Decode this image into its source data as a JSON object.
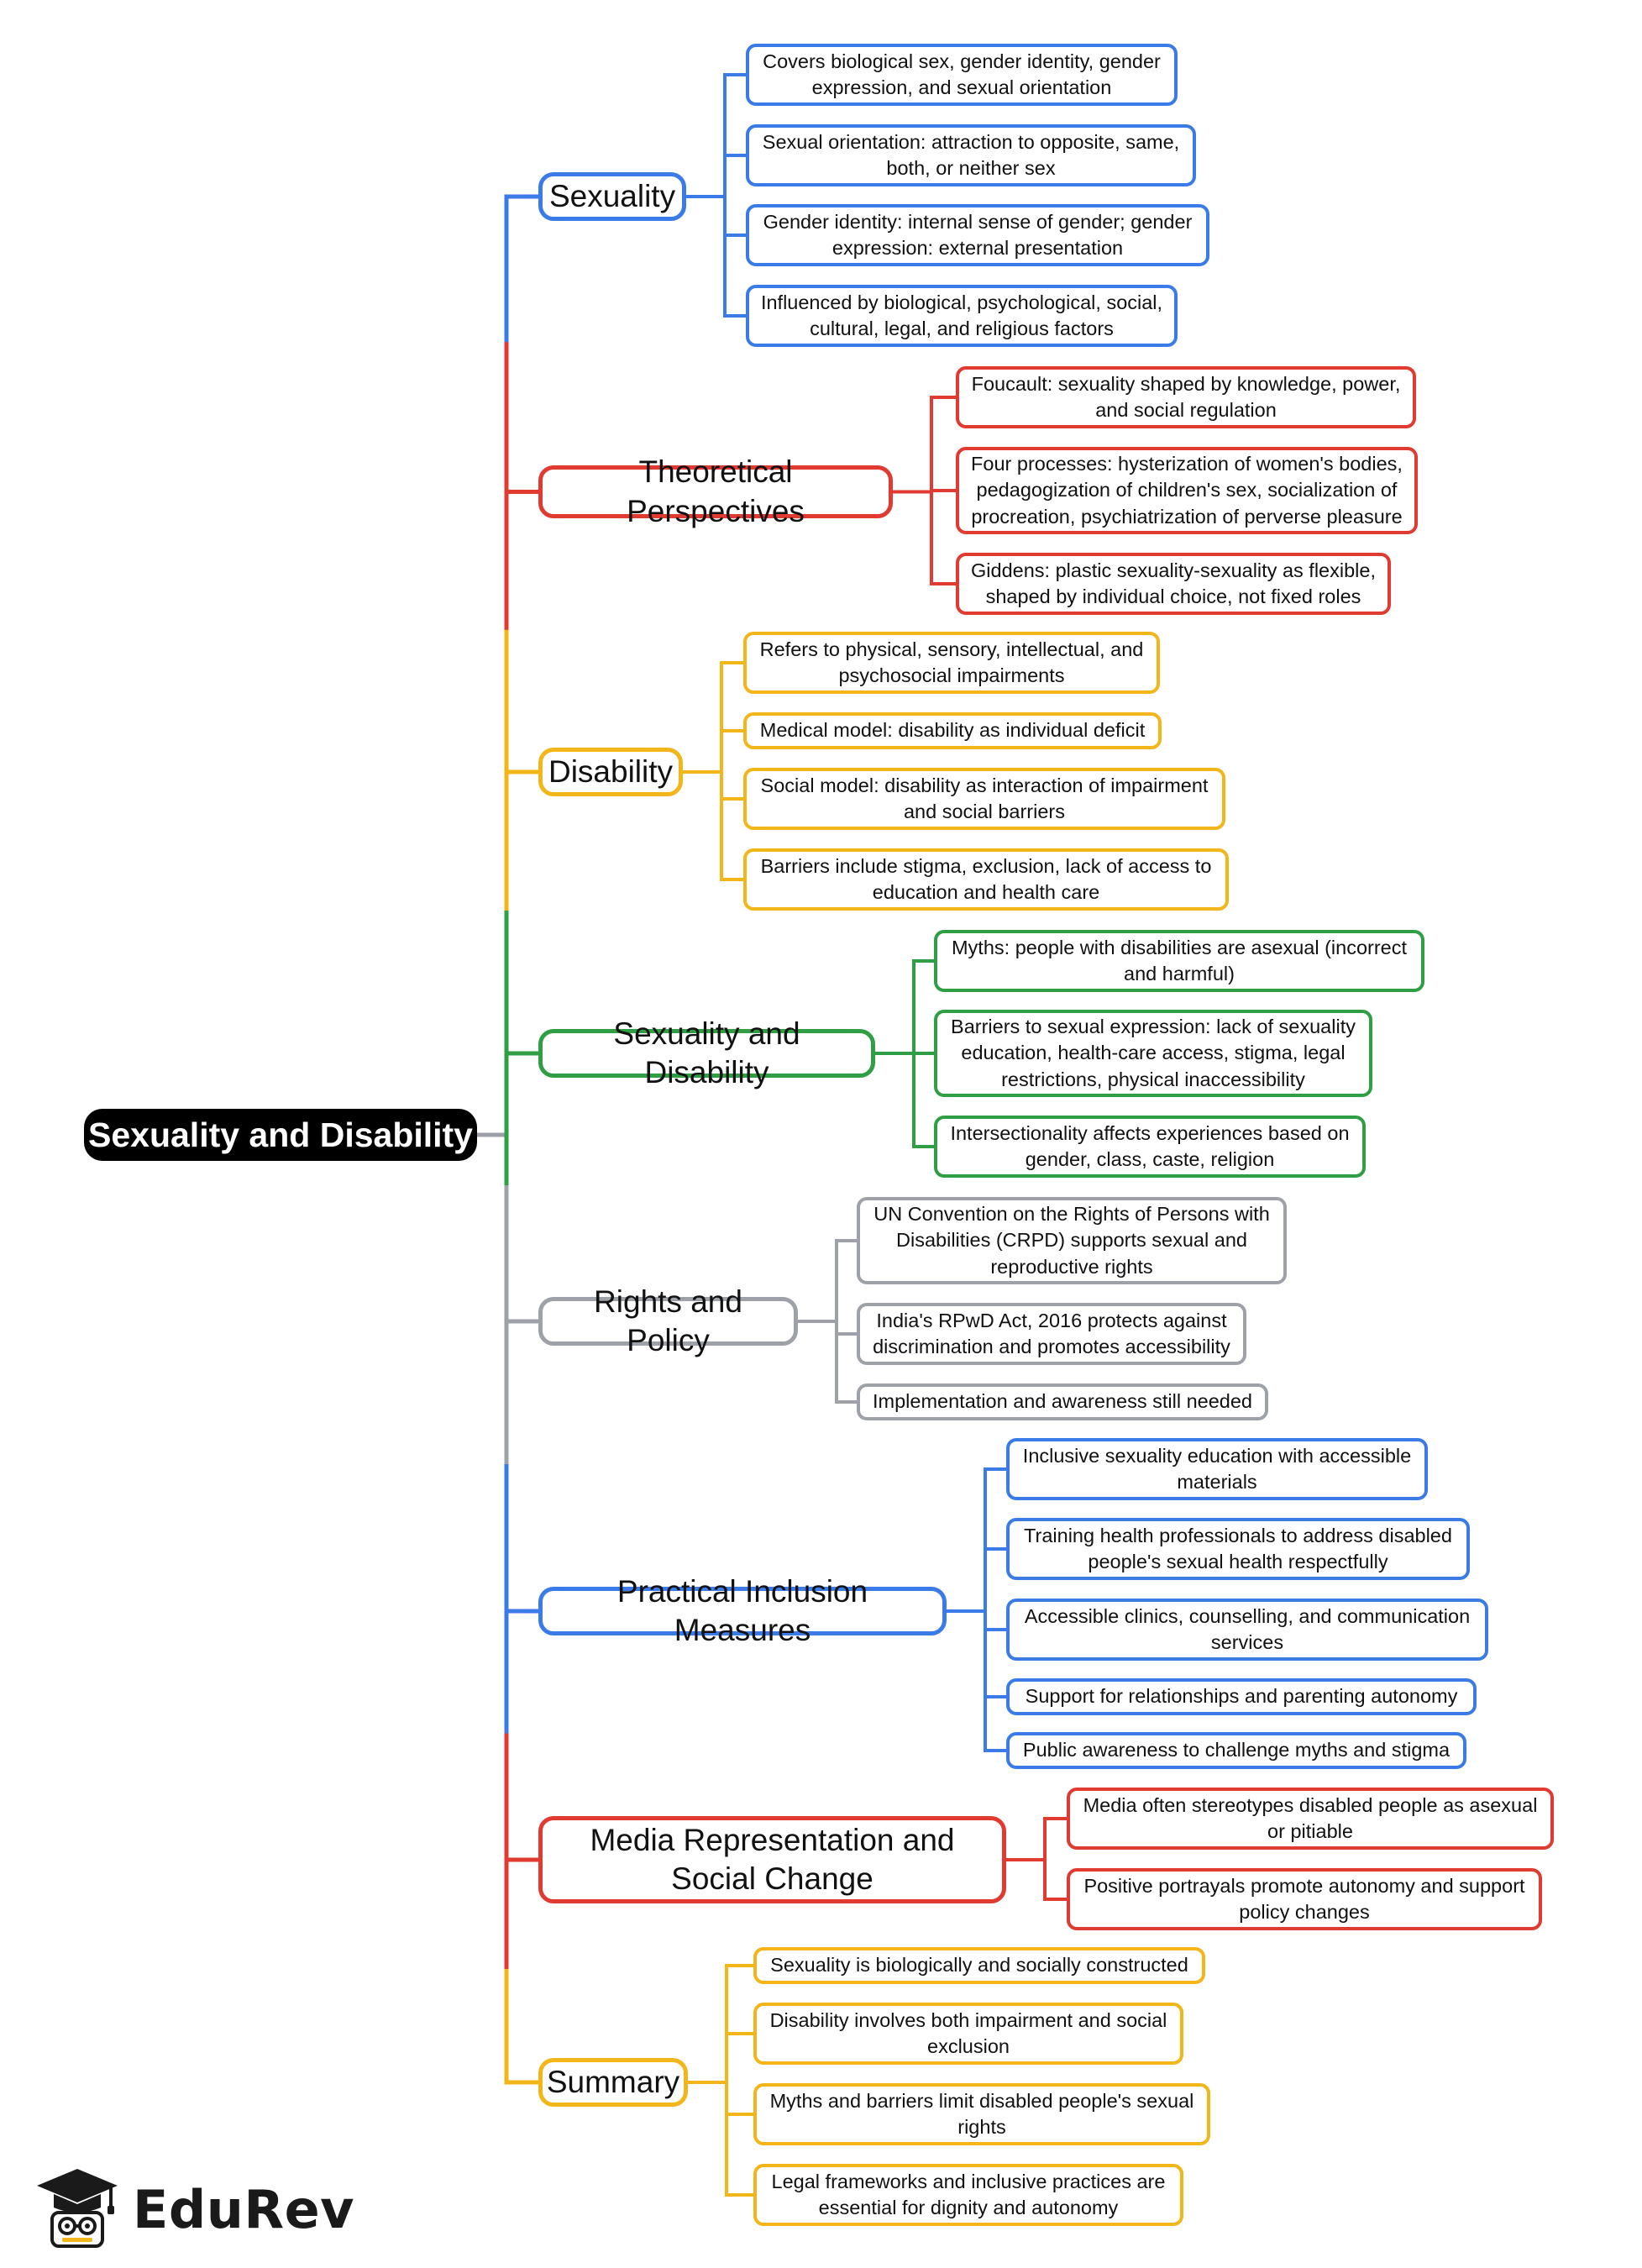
{
  "root": {
    "label": "Sexuality and Disability"
  },
  "branches": [
    {
      "label": "Sexuality",
      "color": "#3b7be8",
      "leaves": [
        "Covers biological sex, gender identity, gender expression, and sexual orientation",
        "Sexual orientation: attraction to opposite, same, both, or neither sex",
        "Gender identity: internal sense of gender; gender expression: external presentation",
        "Influenced by biological, psychological, social, cultural, legal, and religious factors"
      ]
    },
    {
      "label": "Theoretical Perspectives",
      "color": "#e03a31",
      "leaves": [
        "Foucault: sexuality shaped by knowledge, power, and social regulation",
        "Four processes: hysterization of women's bodies, pedagogization of children's sex, socialization of procreation, psychiatrization of perverse pleasure",
        "Giddens: plastic sexuality-sexuality as flexible, shaped by individual choice, not fixed roles"
      ]
    },
    {
      "label": "Disability",
      "color": "#f2b51a",
      "leaves": [
        "Refers to physical, sensory, intellectual, and psychosocial impairments",
        "Medical model: disability as individual deficit",
        "Social model: disability as interaction of impairment and social barriers",
        "Barriers include stigma, exclusion, lack of access to education and health care"
      ]
    },
    {
      "label": "Sexuality and Disability",
      "color": "#2f9e44",
      "leaves": [
        "Myths: people with disabilities are asexual (incorrect and harmful)",
        "Barriers to sexual expression: lack of sexuality education, health-care access, stigma, legal restrictions, physical inaccessibility",
        "Intersectionality affects experiences based on gender, class, caste, religion"
      ]
    },
    {
      "label": "Rights and Policy",
      "color": "#9ea2a8",
      "leaves": [
        "UN Convention on the Rights of Persons with Disabilities (CRPD) supports sexual and reproductive rights",
        "India's RPwD Act, 2016 protects against discrimination and promotes accessibility",
        "Implementation and awareness still needed"
      ]
    },
    {
      "label": "Practical Inclusion Measures",
      "color": "#3b7be8",
      "leaves": [
        "Inclusive sexuality education with accessible materials",
        "Training health professionals to address disabled people's sexual health respectfully",
        "Accessible clinics, counselling, and communication services",
        "Support for relationships and parenting autonomy",
        "Public awareness to challenge myths and stigma"
      ]
    },
    {
      "label": "Media Representation and Social Change",
      "color": "#e03a31",
      "leaves": [
        "Media often stereotypes disabled people as asexual or pitiable",
        "Positive portrayals promote autonomy and support policy changes"
      ]
    },
    {
      "label": "Summary",
      "color": "#f2b51a",
      "leaves": [
        "Sexuality is biologically and socially constructed",
        "Disability involves both impairment and social exclusion",
        "Myths and barriers limit disabled people's sexual rights",
        "Legal frameworks and inclusive practices are essential for dignity and autonomy"
      ]
    }
  ],
  "logo": {
    "text": "EduRev",
    "icon": "graduation-cap-icon"
  }
}
